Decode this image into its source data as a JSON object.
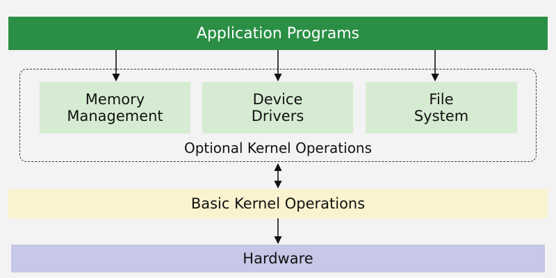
{
  "diagram": {
    "top_layer": "Application Programs",
    "optional_modules": [
      {
        "line1": "Memory",
        "line2": "Management"
      },
      {
        "line1": "Device",
        "line2": "Drivers"
      },
      {
        "line1": "File",
        "line2": "System"
      }
    ],
    "optional_group_label": "Optional Kernel Operations",
    "basic_layer": "Basic Kernel Operations",
    "hardware_layer": "Hardware"
  },
  "colors": {
    "application_bar": "#2a8f45",
    "module_fill": "#d6ecd2",
    "basic_bar": "#fbf3cf",
    "hardware_bar": "#c7c7e7",
    "arrow": "#111111"
  }
}
